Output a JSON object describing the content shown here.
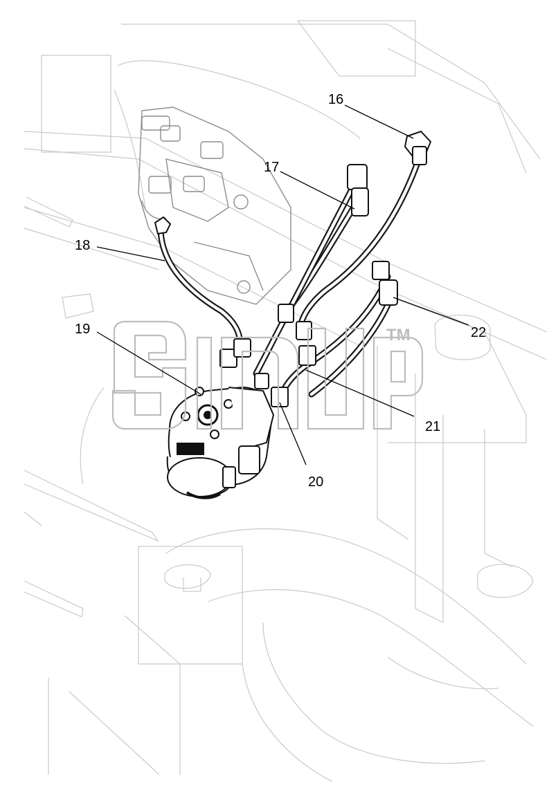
{
  "callouts": [
    {
      "id": "16",
      "label": "16"
    },
    {
      "id": "17",
      "label": "17"
    },
    {
      "id": "18",
      "label": "18"
    },
    {
      "id": "19",
      "label": "19"
    },
    {
      "id": "20",
      "label": "20"
    },
    {
      "id": "21",
      "label": "21"
    },
    {
      "id": "22",
      "label": "22"
    }
  ],
  "watermark": {
    "trademark": "TM"
  },
  "colors": {
    "line": "#000000",
    "frame": "#c9c9c9",
    "watermark": "#bdbdbd"
  }
}
